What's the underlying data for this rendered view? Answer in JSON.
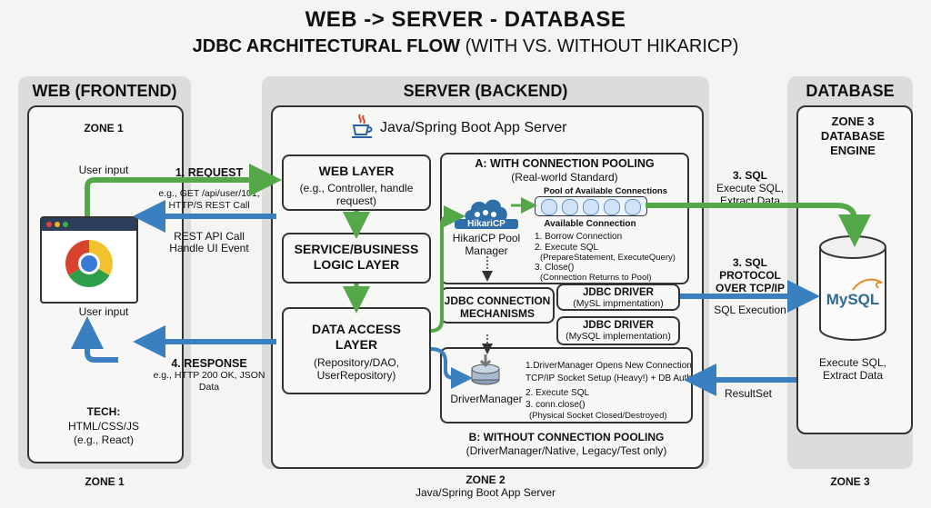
{
  "title": "WEB -> SERVER - DATABASE",
  "subtitle_bold": "JDBC ARCHITECTURAL FLOW",
  "subtitle_rest": " (WITH VS. WITHOUT HIKARICP)",
  "web": {
    "header": "WEB (FRONTEND)",
    "zone": "ZONE 1",
    "user_input_top": "User input",
    "user_input_bottom": "User input",
    "tech_title": "TECH:",
    "tech_line1": "HTML/CSS/JS",
    "tech_line2": "(e.g., React)",
    "zone_footer": "ZONE 1"
  },
  "server": {
    "header": "SERVER (BACKEND)",
    "app_title": "Java/Spring Boot App Server",
    "web_layer_title": "WEB LAYER",
    "web_layer_sub": "(e.g., Controller, handle request)",
    "service_layer": "SERVICE/BUSINESS LOGIC LAYER",
    "dal_title": "DATA ACCESS LAYER",
    "dal_sub": "(Repository/DAO, UserRepository)",
    "pool_a_title": "A: WITH CONNECTION POOLING",
    "pool_a_sub": "(Real-world Standard)",
    "pool_label": "Pool of Available Connections",
    "available_connection": "Available Connection",
    "hikari_logo": "HikariCP",
    "hikari_label": "HikariCP Pool Manager",
    "a_step1": "1. Borrow Connection",
    "a_step2": "2. Execute SQL",
    "a_step2_sub": "(PrepareStatement, ExecuteQuery)",
    "a_step3": "3. Close()",
    "a_step3_sub": "(Connection Returns to Pool)",
    "jdbc_mech": "JDBC CONNECTION MECHANISMS",
    "driver1_title": "JDBC DRIVER",
    "driver1_sub": "(MySL impmentation)",
    "driver2_title": "JDBC DRIVER",
    "driver2_sub": "(MySQL implementation)",
    "dm_label": "DriverManager",
    "b_step1": "1.DriverManager Opens New Connection",
    "b_step1b": "TCP/IP Socket Setup (Heavy!) + DB Auth",
    "b_step2": "2. Execute SQL",
    "b_step3": "3. conn.close()",
    "b_step3_sub": "(Physical Socket Closed/Destroyed)",
    "pool_b_title": "B: WITHOUT CONNECTION POOLING",
    "pool_b_sub": "(DriverManager/Native, Legacy/Test only)",
    "zone_footer": "ZONE 2",
    "zone_footer_sub": "Java/Spring Boot App Server"
  },
  "database": {
    "header": "DATABASE",
    "zone_title": "ZONE 3 DATABASE ENGINE",
    "mysql_logo": "MySQL",
    "execute_sql": "Execute SQL, Extract Data",
    "zone_footer": "ZONE 3"
  },
  "flows": {
    "req_title": "1. REQUEST",
    "req_sub": "e.g., GET /api/user/101, HTTP/S REST Call",
    "rest_api": "REST API Call",
    "handle_ui": "Handle UI Event",
    "resp_title": "4. RESPONSE",
    "resp_sub": "e.g., HTTP 200 OK, JSON Data",
    "sql3_title": "3. SQL",
    "sql3_sub": "Execute SQL, Extract Data",
    "sql_proto": "3. SQL PROTOCOL OVER TCP/IP",
    "sql_exec": "SQL Execution",
    "resultset": "ResultSet"
  },
  "colors": {
    "green": "#55a84a",
    "blue": "#3a7fc0",
    "panel_bg": "#dcdcda"
  }
}
